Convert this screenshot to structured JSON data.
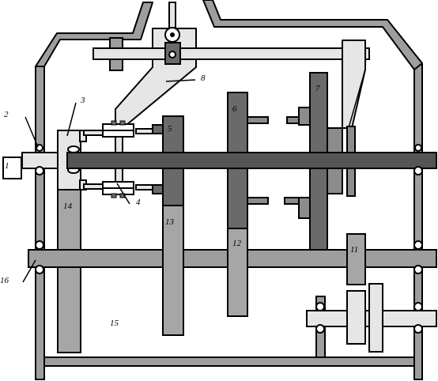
{
  "colors": {
    "outline": "#000000",
    "frame_fill": "#9e9e9e",
    "shaft_dark": "#555555",
    "gear_dark": "#6a6a6a",
    "gear_mid": "#8c8c8c",
    "gear_light": "#a6a6a6",
    "part_light": "#e6e6e6",
    "bushing_fill": "#ffffff"
  },
  "labels": {
    "l1": "1",
    "l2": "2",
    "l3": "3",
    "l4": "4",
    "l5": "5",
    "l6": "6",
    "l7": "7",
    "l8": "8",
    "l11": "11",
    "l12": "12",
    "l13": "13",
    "l14": "14",
    "l15": "15",
    "l16": "16"
  }
}
